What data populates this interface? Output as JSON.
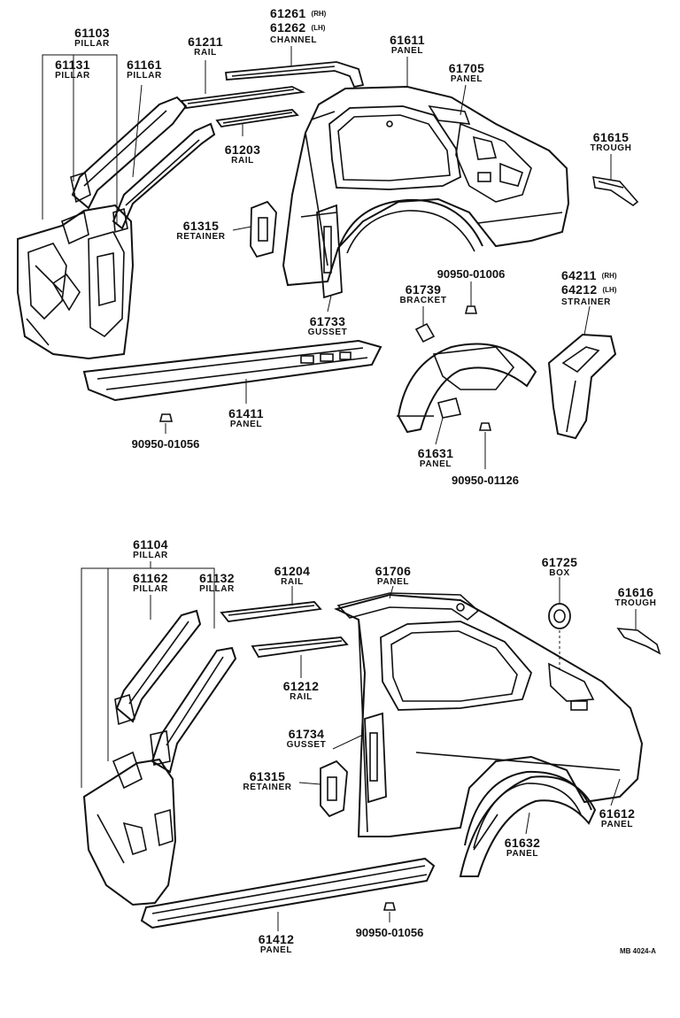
{
  "top": {
    "p61103": {
      "num": "61103",
      "name": "PILLAR"
    },
    "p61131": {
      "num": "61131",
      "name": "PILLAR"
    },
    "p61161": {
      "num": "61161",
      "name": "PILLAR"
    },
    "p61211": {
      "num": "61211",
      "name": "RAIL"
    },
    "p61261": {
      "num": "61261",
      "sub": "(RH)"
    },
    "p61262": {
      "num": "61262",
      "sub": "(LH)",
      "name": "CHANNEL"
    },
    "p61611": {
      "num": "61611",
      "name": "PANEL"
    },
    "p61705": {
      "num": "61705",
      "name": "PANEL"
    },
    "p61203": {
      "num": "61203",
      "name": "RAIL"
    },
    "p61615": {
      "num": "61615",
      "name": "TROUGH"
    },
    "p61315": {
      "num": "61315",
      "name": "RETAINER"
    },
    "c9095001006": "90950-01006",
    "p61739": {
      "num": "61739",
      "name": "BRACKET"
    },
    "p64211": {
      "num": "64211",
      "sub": "(RH)"
    },
    "p64212": {
      "num": "64212",
      "sub": "(LH)",
      "name": "STRAINER"
    },
    "p61733": {
      "num": "61733",
      "name": "GUSSET"
    },
    "p61411": {
      "num": "61411",
      "name": "PANEL"
    },
    "c9095001056": "90950-01056",
    "p61631": {
      "num": "61631",
      "name": "PANEL"
    },
    "c9095001126": "90950-01126"
  },
  "bottom": {
    "p61104": {
      "num": "61104",
      "name": "PILLAR"
    },
    "p61162": {
      "num": "61162",
      "name": "PILLAR"
    },
    "p61132": {
      "num": "61132",
      "name": "PILLAR"
    },
    "p61204": {
      "num": "61204",
      "name": "RAIL"
    },
    "p61706": {
      "num": "61706",
      "name": "PANEL"
    },
    "p61725": {
      "num": "61725",
      "name": "BOX"
    },
    "p61616": {
      "num": "61616",
      "name": "TROUGH"
    },
    "p61212": {
      "num": "61212",
      "name": "RAIL"
    },
    "p61734": {
      "num": "61734",
      "name": "GUSSET"
    },
    "p61315": {
      "num": "61315",
      "name": "RETAINER"
    },
    "p61612": {
      "num": "61612",
      "name": "PANEL"
    },
    "p61632": {
      "num": "61632",
      "name": "PANEL"
    },
    "p61412": {
      "num": "61412",
      "name": "PANEL"
    },
    "c9095001056": "90950-01056"
  },
  "ref_code": "MB 4024-A"
}
